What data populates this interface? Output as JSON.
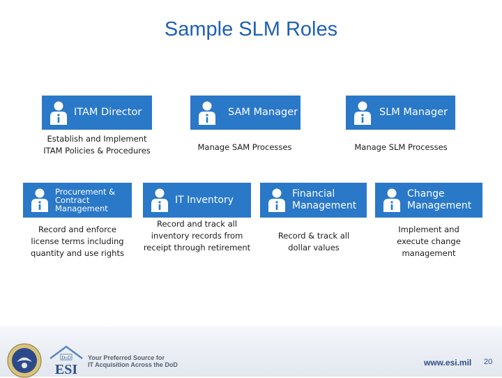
{
  "title": "Sample SLM Roles",
  "colors": {
    "title": "#1f5fb8",
    "role_box": "#2a78c8",
    "footer_text": "#2d4f86"
  },
  "roles_top": [
    {
      "name": "ITAM Director",
      "description": "Establish and Implement ITAM Policies & Procedures",
      "icon": "person-info-icon"
    },
    {
      "name": "SAM Manager",
      "description": "Manage SAM Processes",
      "icon": "person-info-icon"
    },
    {
      "name": "SLM Manager",
      "description": "Manage SLM Processes",
      "icon": "person-info-icon"
    }
  ],
  "roles_bottom": [
    {
      "name": "Procurement & Contract Management",
      "description": "Record and enforce license terms including quantity and use rights",
      "icon": "person-info-icon"
    },
    {
      "name": "IT Inventory",
      "description": "Record and track all inventory records from receipt through retirement",
      "icon": "person-info-icon"
    },
    {
      "name": "Financial Management",
      "description": "Record & track all dollar values",
      "icon": "person-info-icon"
    },
    {
      "name": "Change Management",
      "description": "Implement and execute change management",
      "icon": "person-info-icon"
    }
  ],
  "footer": {
    "logo_text": "DoD ESI",
    "tagline_line1": "Your Preferred Source for",
    "tagline_line2": "IT Acquisition Across the DoD",
    "website": "www.esi.mil",
    "page_number": "20"
  }
}
